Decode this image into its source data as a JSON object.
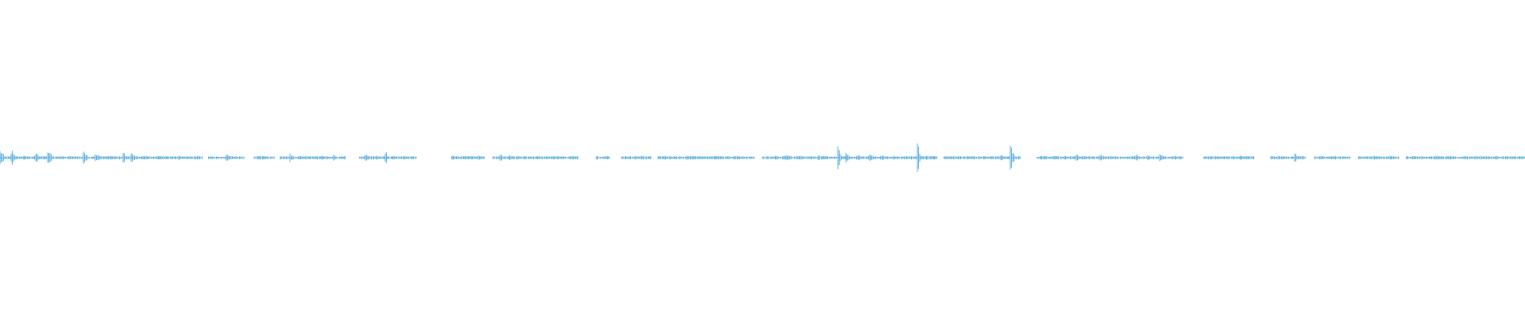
{
  "waveform": {
    "color": "#5aaee0",
    "background": "#ffffff",
    "segments": [
      [
        0,
        0.25
      ],
      [
        14,
        0.22
      ],
      [
        30,
        0.06
      ],
      [
        45,
        0.14
      ],
      [
        60,
        0.22
      ],
      [
        75,
        0.06
      ],
      [
        90,
        0.06
      ],
      [
        105,
        0.18
      ],
      [
        120,
        0.1
      ],
      [
        140,
        0.06
      ],
      [
        155,
        0.16
      ],
      [
        165,
        0.18
      ],
      [
        180,
        0.08
      ],
      [
        200,
        0.06
      ],
      [
        210,
        0.04
      ],
      [
        225,
        0.06
      ],
      [
        238,
        0.04
      ],
      [
        255,
        0.06
      ],
      [
        268,
        0.04
      ],
      [
        285,
        0.1
      ],
      [
        310,
        0.02
      ],
      [
        320,
        0.02
      ],
      [
        333,
        0.04
      ],
      [
        350,
        0.08
      ],
      [
        365,
        0.12
      ],
      [
        380,
        0.06
      ],
      [
        395,
        0.04
      ],
      [
        405,
        0.06
      ],
      [
        420,
        0.12
      ],
      [
        430,
        0.04
      ],
      [
        445,
        0.02
      ],
      [
        460,
        0.1
      ],
      [
        475,
        0.06
      ],
      [
        485,
        0.22
      ],
      [
        495,
        0.08
      ],
      [
        510,
        0.04
      ],
      [
        530,
        0.02
      ],
      [
        545,
        0.02
      ],
      [
        558,
        0.02
      ],
      [
        570,
        0.06
      ],
      [
        590,
        0.04
      ],
      [
        602,
        0.06
      ],
      [
        615,
        0.06
      ],
      [
        630,
        0.12
      ],
      [
        640,
        0.08
      ],
      [
        655,
        0.04
      ],
      [
        675,
        0.06
      ],
      [
        690,
        0.04
      ],
      [
        705,
        0.04
      ],
      [
        745,
        0.02
      ],
      [
        760,
        0.02
      ],
      [
        780,
        0.04
      ],
      [
        800,
        0.06
      ],
      [
        815,
        0.02
      ],
      [
        830,
        0.04
      ],
      [
        850,
        0.04
      ],
      [
        865,
        0.06
      ],
      [
        880,
        0.08
      ],
      [
        900,
        0.06
      ],
      [
        915,
        0.04
      ],
      [
        930,
        0.04
      ],
      [
        960,
        0.04
      ],
      [
        975,
        0.06
      ],
      [
        990,
        0.1
      ],
      [
        1005,
        0.08
      ],
      [
        1020,
        0.04
      ],
      [
        1030,
        0.08
      ],
      [
        1040,
        0.04
      ],
      [
        1055,
        0.45
      ],
      [
        1065,
        0.14
      ],
      [
        1080,
        0.1
      ],
      [
        1095,
        0.12
      ],
      [
        1110,
        0.08
      ],
      [
        1125,
        0.06
      ],
      [
        1140,
        0.04
      ],
      [
        1155,
        0.55
      ],
      [
        1165,
        0.08
      ],
      [
        1175,
        0.04
      ],
      [
        1190,
        0.02
      ],
      [
        1205,
        0.02
      ],
      [
        1222,
        0.02
      ],
      [
        1240,
        0.04
      ],
      [
        1260,
        0.12
      ],
      [
        1272,
        0.35
      ],
      [
        1285,
        0.04
      ],
      [
        1310,
        0.06
      ],
      [
        1325,
        0.08
      ],
      [
        1340,
        0.06
      ],
      [
        1355,
        0.1
      ],
      [
        1370,
        0.06
      ],
      [
        1385,
        0.12
      ],
      [
        1400,
        0.06
      ],
      [
        1415,
        0.04
      ],
      [
        1430,
        0.1
      ],
      [
        1445,
        0.08
      ],
      [
        1460,
        0.12
      ],
      [
        1480,
        0.04
      ],
      [
        1495,
        0.02
      ],
      [
        1505,
        0.02
      ],
      [
        1520,
        0.04
      ],
      [
        1540,
        0.04
      ],
      [
        1562,
        0.06
      ],
      [
        1580,
        0.04
      ],
      [
        1600,
        0.06
      ],
      [
        1615,
        0.04
      ],
      [
        1630,
        0.12
      ],
      [
        1645,
        0.04
      ],
      [
        1660,
        0.02
      ],
      [
        1680,
        0.02
      ],
      [
        1700,
        0.02
      ],
      [
        1720,
        0.04
      ],
      [
        1735,
        0.04
      ],
      [
        1750,
        0.06
      ],
      [
        1765,
        0.04
      ],
      [
        1780,
        0.06
      ],
      [
        1795,
        0.04
      ],
      [
        1810,
        0.06
      ],
      [
        1825,
        0.06
      ],
      [
        1840,
        0.04
      ],
      [
        1855,
        0.04
      ],
      [
        1870,
        0.06
      ],
      [
        1885,
        0.02
      ],
      [
        1900,
        0.02
      ],
      [
        1912,
        0.02
      ]
    ],
    "baseline_gaps": [
      [
        255,
        262
      ],
      [
        308,
        320
      ],
      [
        346,
        352
      ],
      [
        436,
        452
      ],
      [
        525,
        568
      ],
      [
        610,
        620
      ],
      [
        728,
        750
      ],
      [
        768,
        782
      ],
      [
        820,
        828
      ],
      [
        950,
        960
      ],
      [
        1180,
        1188
      ],
      [
        1285,
        1305
      ],
      [
        1490,
        1515
      ],
      [
        1580,
        1600
      ],
      [
        1645,
        1655
      ],
      [
        1700,
        1710
      ],
      [
        1762,
        1770
      ]
    ]
  }
}
